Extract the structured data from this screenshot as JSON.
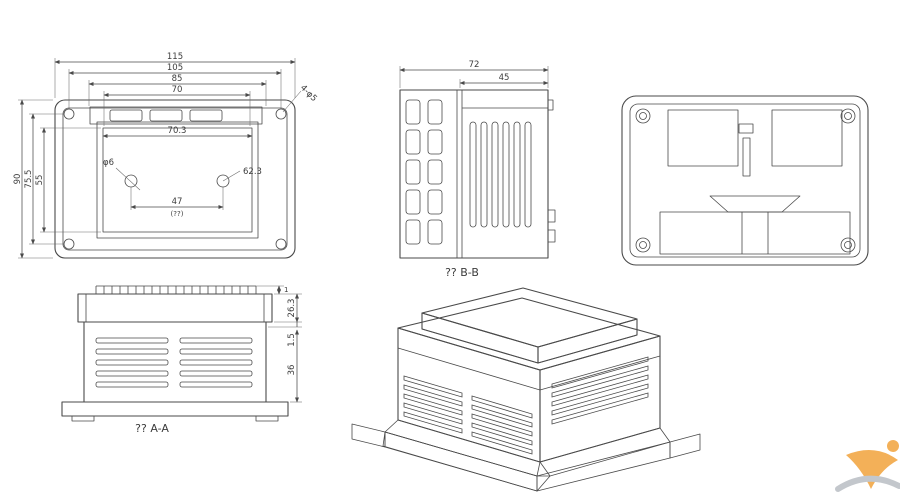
{
  "colors": {
    "line": "#4a4a4a",
    "background": "#ffffff",
    "watermark_orange": "#f2a33c",
    "watermark_gray": "#b9bec4"
  },
  "top_view": {
    "dim_115": "115",
    "dim_105": "105",
    "dim_85": "85",
    "dim_70": "70",
    "dim_70_3": "70.3",
    "dim_47": "47",
    "dim_47_note": "(??)",
    "dim_phi6": "φ6",
    "dim_62_3": "62.3",
    "dim_holes": "4-φ5",
    "dim_90": "90",
    "dim_75_5": "75.5",
    "dim_55": "55"
  },
  "section_bb": {
    "dim_72": "72",
    "dim_45": "45",
    "label": "?? B-B"
  },
  "section_aa": {
    "dim_1": "1",
    "dim_26_3": "26.3",
    "dim_1_5": "1.5",
    "dim_36": "36",
    "label": "?? A-A"
  }
}
